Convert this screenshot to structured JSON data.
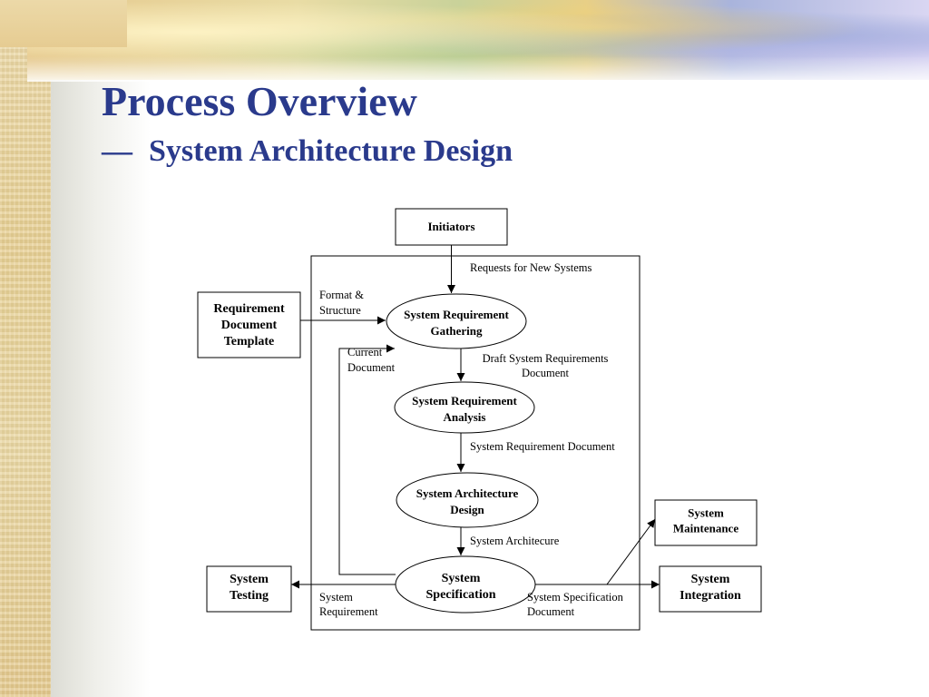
{
  "slide": {
    "title": "Process Overview",
    "subtitle_dash": "—",
    "subtitle": "System Architecture Design"
  },
  "diagram": {
    "nodes": {
      "initiators": [
        "Initiators"
      ],
      "req_template": [
        "Requirement",
        "Document",
        "Template"
      ],
      "gathering": [
        "System Requirement",
        "Gathering"
      ],
      "analysis": [
        "System Requirement",
        "Analysis"
      ],
      "arch_design": [
        "System Architecture",
        "Design"
      ],
      "specification": [
        "System",
        "Specification"
      ],
      "testing": [
        "System",
        "Testing"
      ],
      "maintenance": [
        "System",
        "Maintenance"
      ],
      "integration": [
        "System",
        "Integration"
      ]
    },
    "labels": {
      "requests": [
        "Requests for New Systems"
      ],
      "format": [
        "Format &",
        "Structure"
      ],
      "current_doc": [
        "Current",
        "Document"
      ],
      "draft_doc": [
        "Draft System Requirements",
        "Document"
      ],
      "req_doc": [
        "System Requirement Document"
      ],
      "architecture": [
        "System Architecure"
      ],
      "sys_requirement": [
        "System",
        "Requirement"
      ],
      "spec_doc": [
        "System Specification",
        "Document"
      ]
    }
  },
  "colors": {
    "title": "#2a3a8c",
    "line": "#000000"
  }
}
